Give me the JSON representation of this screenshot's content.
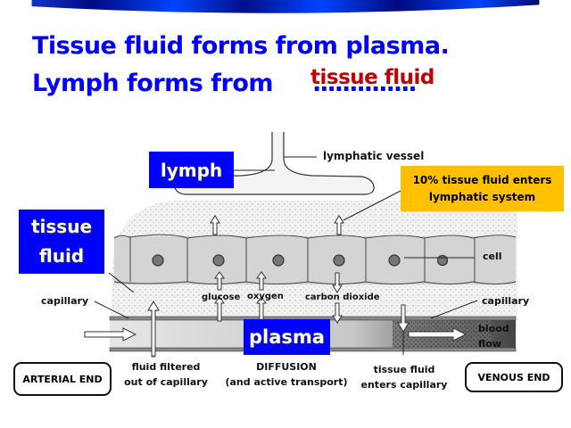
{
  "slide": {
    "title_line1": "Tissue fluid forms from plasma.",
    "title_line2": "Lymph forms from",
    "title_line2_dots": "..............",
    "answer": "tissue fluid"
  },
  "highlight_labels": {
    "lymph": "lymph",
    "tissue_fluid_line1": "tissue",
    "tissue_fluid_line2": "fluid",
    "plasma": "plasma"
  },
  "callout": {
    "line1": "10% tissue fluid enters",
    "line2": "lymphatic system",
    "color": "#ffc000"
  },
  "diagram_labels": {
    "lymphatic_vessel": "lymphatic vessel",
    "cell": "cell",
    "capillary_left": "capillary",
    "capillary_right": "capillary",
    "glucose": "glucose",
    "oxygen": "oxygen",
    "carbon_dioxide": "carbon dioxide",
    "blood_flow_line1": "blood",
    "blood_flow_line2": "flow",
    "fluid_filtered_line1": "fluid filtered",
    "fluid_filtered_line2": "out of capillary",
    "diffusion_line1": "DIFFUSION",
    "diffusion_line2": "(and active transport)",
    "tissue_fluid_enters_line1": "tissue fluid",
    "tissue_fluid_enters_line2": "enters capillary",
    "arterial_end": "ARTERIAL END",
    "venous_end": "VENOUS END"
  },
  "colors": {
    "title": "#0000ff",
    "answer": "#c00000",
    "highlight_box": "#0000ff"
  }
}
